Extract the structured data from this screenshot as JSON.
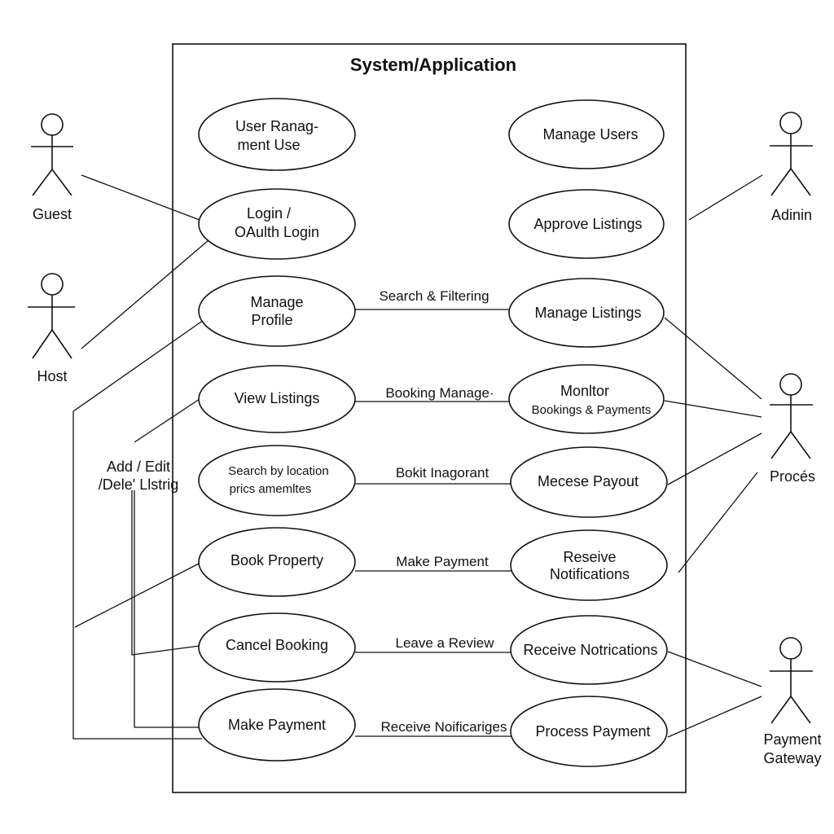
{
  "system_title": "System/Application",
  "actors": {
    "guest": "Guest",
    "host": "Host",
    "admin": "Adinin",
    "proces": "Procés",
    "payment_gateway": [
      "Payment",
      "Gateway"
    ]
  },
  "use_cases": {
    "user_management": [
      "User Ranag-",
      "ment Use"
    ],
    "login": [
      "Login /",
      "OAulth Login"
    ],
    "manage_profile": [
      "Manage",
      "Profile"
    ],
    "view_listings": [
      "View Listings"
    ],
    "search_location": [
      "Search by location",
      "prics  amemltes"
    ],
    "book_property": [
      "Book Property"
    ],
    "cancel_booking": [
      "Cancel Booking"
    ],
    "make_payment": [
      "Make Payment"
    ],
    "manage_users": [
      "Manage Users"
    ],
    "approve_listings": [
      "Approve Listings"
    ],
    "manage_listings": [
      "Manage Listings"
    ],
    "monitor": [
      "Monltor",
      "Bookings & Payments"
    ],
    "mecese_payout": [
      "Mecese Payout"
    ],
    "reseive_notifications": [
      "Reseive",
      "Notifications"
    ],
    "receive_notrications": [
      "Receive Notrications"
    ],
    "process_payment": [
      "Process Payment"
    ]
  },
  "relations": {
    "search_filtering": "Search & Filtering",
    "booking_manage": "Booking Manage·",
    "bokit_inagorant": "Bokit Inagorant",
    "make_payment": "Make Payment",
    "leave_review": "Leave a Review",
    "receive_noificariges": "Receive Noificariges"
  },
  "annotations": {
    "add_edit_listing": [
      "Add / Edit",
      "/Dele' Llstrig"
    ]
  }
}
